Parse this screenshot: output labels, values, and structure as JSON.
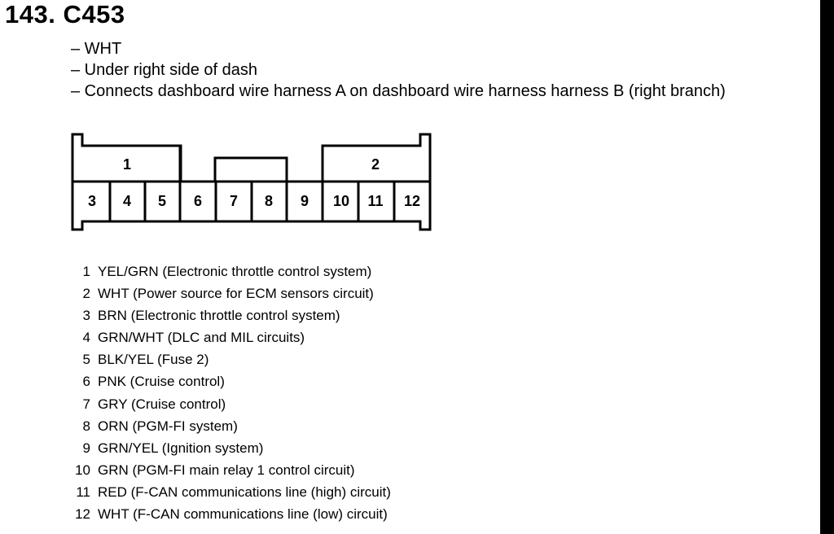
{
  "title": "143. C453",
  "description": {
    "color": "– WHT",
    "location": "– Under right side of dash",
    "connects": "– Connects dashboard wire harness A on dashboard wire harness harness B (right branch)"
  },
  "connector": {
    "cavity_labels": [
      "1",
      "2"
    ],
    "pin_labels": [
      "3",
      "4",
      "5",
      "6",
      "7",
      "8",
      "9",
      "10",
      "11",
      "12"
    ]
  },
  "pins": [
    {
      "number": "1",
      "text": "YEL/GRN (Electronic throttle control system)"
    },
    {
      "number": "2",
      "text": "WHT (Power source for ECM sensors circuit)"
    },
    {
      "number": "3",
      "text": "BRN (Electronic throttle control system)"
    },
    {
      "number": "4",
      "text": "GRN/WHT (DLC and MIL circuits)"
    },
    {
      "number": "5",
      "text": "BLK/YEL (Fuse 2)"
    },
    {
      "number": "6",
      "text": "PNK (Cruise control)"
    },
    {
      "number": "7",
      "text": "GRY (Cruise control)"
    },
    {
      "number": "8",
      "text": "ORN (PGM-FI system)"
    },
    {
      "number": "9",
      "text": "GRN/YEL (Ignition system)"
    },
    {
      "number": "10",
      "text": "GRN (PGM-FI main relay 1 control circuit)"
    },
    {
      "number": "11",
      "text": "RED (F-CAN communications line (high) circuit)"
    },
    {
      "number": "12",
      "text": "WHT (F-CAN communications line (low) circuit)"
    }
  ]
}
